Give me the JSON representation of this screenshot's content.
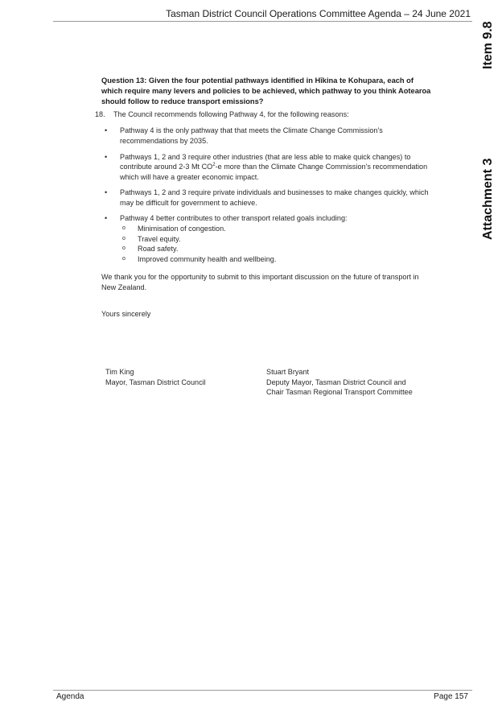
{
  "header": {
    "title": "Tasman District Council Operations Committee Agenda – 24 June 2021"
  },
  "side_labels": {
    "item": "Item 9.8",
    "attachment": "Attachment 3"
  },
  "body": {
    "question": "Question 13: Given the four potential pathways identified in Hīkina te Kohupara, each of which require many levers and policies to be achieved, which pathway to you think Aotearoa should follow to reduce transport emissions?",
    "paragraph": {
      "number": "18.",
      "text": "The Council recommends following Pathway 4, for the following reasons:"
    },
    "bullets": [
      {
        "text": "Pathway 4 is the only pathway that that meets the Climate Change Commission's recommendations by 2035."
      },
      {
        "text_before": "Pathways 1, 2 and 3 require other industries (that are less able to make quick changes) to contribute around 2-3 Mt CO",
        "sup": "2",
        "text_after": "-e more than the Climate Change Commission's recommendation which will have a greater economic impact."
      },
      {
        "text": "Pathways 1, 2 and 3 require private individuals and businesses to make changes quickly, which may be difficult for government to achieve."
      },
      {
        "text": "Pathway 4 better contributes to other transport related goals including:"
      }
    ],
    "bullet_symbol": "•",
    "sub_bullet_symbol": "o",
    "sub_bullets": [
      "Minimisation of congestion.",
      "Travel equity.",
      "Road safety.",
      "Improved community health and wellbeing."
    ],
    "thanks": "We thank you for the opportunity to submit to this important discussion on the future of transport in New Zealand.",
    "closing": "Yours sincerely"
  },
  "signatures": {
    "left": {
      "name": "Tim King",
      "title": "Mayor, Tasman District Council"
    },
    "right": {
      "name": "Stuart Bryant",
      "title_line1": "Deputy Mayor, Tasman District Council and",
      "title_line2": "Chair Tasman Regional Transport Committee"
    }
  },
  "footer": {
    "left": "Agenda",
    "right": "Page 157"
  }
}
